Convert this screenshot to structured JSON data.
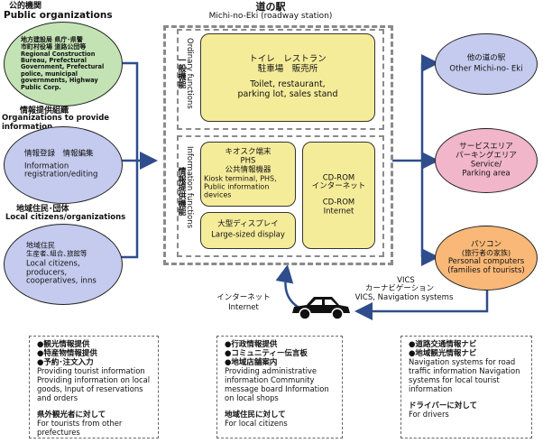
{
  "station": {
    "title_jp": "道の駅",
    "title_en": "Michi-no-Eki (roadway station)"
  },
  "ordinary": {
    "label_jp": "一般機能",
    "label_en": "Ordinary functions",
    "jp_line1": "トイレ　レストラン",
    "jp_line2": "駐車場　販売所",
    "en_line1": "Toilet, restaurant,",
    "en_line2": "parking lot, sales stand"
  },
  "information": {
    "label_jp": "情報提供機能",
    "label_en": "Information functions",
    "kiosk_jp1": "キオスク端末",
    "kiosk_jp2": "PHS",
    "kiosk_jp3": "公共情報機器",
    "kiosk_en": "Kiosk terminal, PHS, Public information devices",
    "display_jp": "大型ディスプレイ",
    "display_en": "Large-sized display",
    "cdrom_jp1": "CD-ROM",
    "cdrom_jp2": "インターネット",
    "cdrom_en1": "CD-ROM",
    "cdrom_en2": "Internet"
  },
  "left": {
    "public_title_jp": "公的機関",
    "public_title_en": "Public organizations",
    "public_jp1": "地方建設局 県庁･県警",
    "public_jp2": "市町村役場 道路公団等",
    "public_en": "Regional Construction Bureau, Prefectural Government, Prefectural police, municipal governments, Highway Public Corp.",
    "info_title_jp": "情報提供組織",
    "info_title_en": "Organizations to provide information",
    "info_jp": "情報登録　情報編集",
    "info_en": "Information registration/editing",
    "local_title_jp": "地域住民･団体",
    "local_title_en": "Local citizens/organizations",
    "local_jp1": "地域住民",
    "local_jp2": "生産者､組合､旅館等",
    "local_en": "Local citizens, producers, cooperatives, inns"
  },
  "right": {
    "other_jp": "他の道の駅",
    "other_en": "Other Michi-no- Eki",
    "service_jp1": "サービスエリア",
    "service_jp2": "パーキングエリア",
    "service_en1": "Service/",
    "service_en2": "Parking area",
    "pc_jp1": "パソコン",
    "pc_jp2": "(旅行者の家族)",
    "pc_en": "Personal computers (families of tourists)"
  },
  "mid": {
    "internet_jp": "インターネット",
    "internet_en": "Internet",
    "vics_1": "VICS",
    "vics_2": "カーナビゲーション",
    "vics_3": "VICS, Navigation systems"
  },
  "notes": [
    {
      "jp_items": [
        "●観光情報提供",
        "●特産物情報提供",
        "●予約･注文入力"
      ],
      "en": "Providing tourist information Providing information on local goods, Input of reservations and orders",
      "foot_jp": "県外観光者に対して",
      "foot_en": "For tourists from other prefectures"
    },
    {
      "jp_items": [
        "●行政情報提供",
        "●コミュニティー伝言板",
        "●地域店舗案内"
      ],
      "en": "Providing administrative information Community message board Information on local shops",
      "foot_jp": "地域住民に対して",
      "foot_en": "For local citizens"
    },
    {
      "jp_items": [
        "●道路交通情報ナビ",
        "●地域観光情報ナビ"
      ],
      "en": "Navigation systems for road traffic information Navigation systems for local tourist information",
      "foot_jp": "ドライバーに対して",
      "foot_en": "For drivers"
    }
  ],
  "colors": {
    "green": "#c3e3b4",
    "blue": "#c5cbee",
    "pink": "#f1b6ca",
    "orange": "#f9b877",
    "yellow": "#f5ec9a",
    "arrow": "#2f4d8c"
  }
}
